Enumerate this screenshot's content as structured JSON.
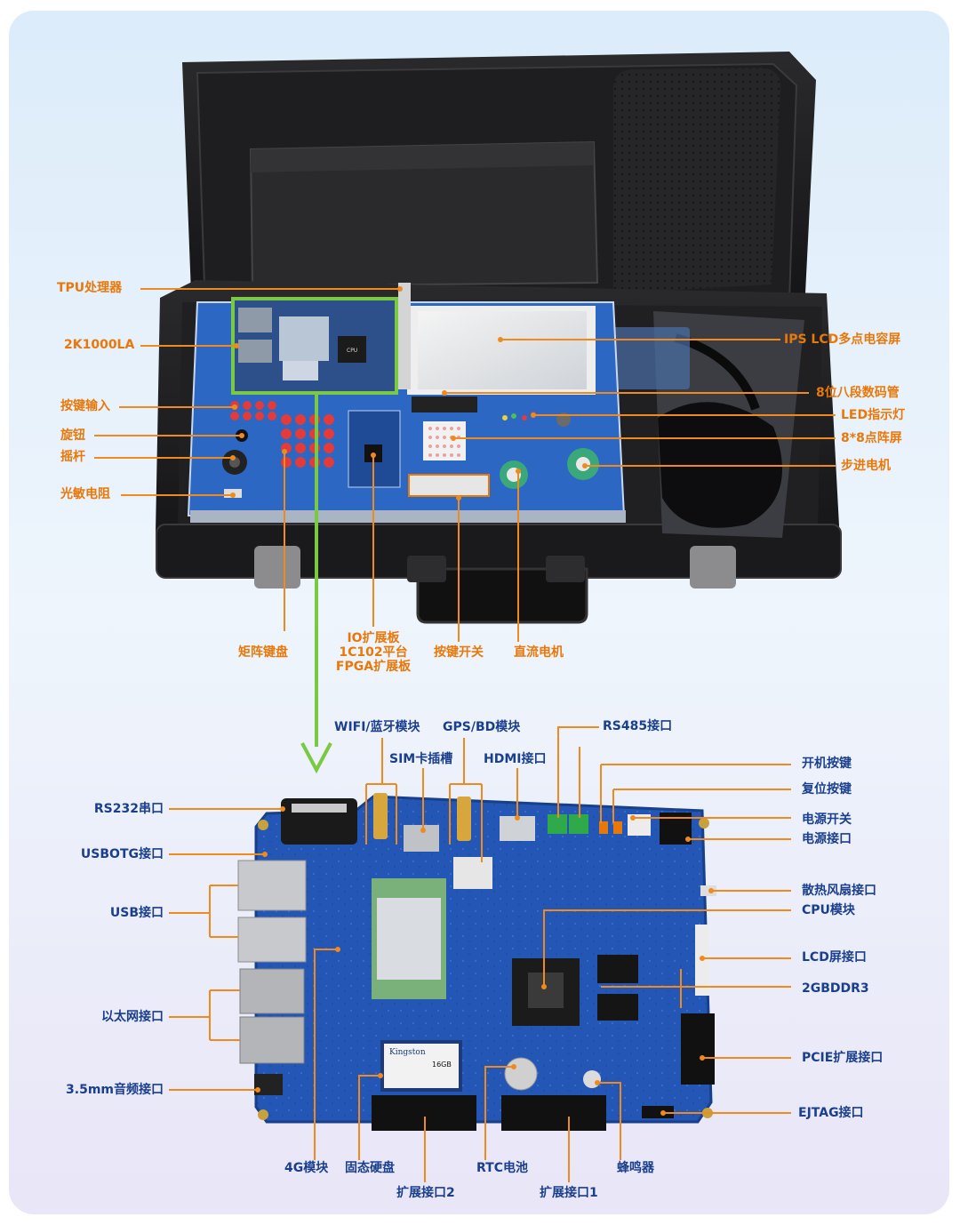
{
  "colors": {
    "accent_orange": "#f08a1c",
    "label_orange": "#e8780a",
    "label_navy": "#1a3f8c",
    "highlight_green": "#7ac943",
    "pcb_blue": "#1f4fa8",
    "case_black": "#1c1c1e",
    "background_blue": "#e6f1fb"
  },
  "case_callouts": {
    "tpu": "TPU处理器",
    "board_2k1000la": "2K1000LA",
    "key_input": "按键输入",
    "knob": "旋钮",
    "joystick": "摇杆",
    "photoresistor": "光敏电阻",
    "ips_lcd": "IPS LCD多点电容屏",
    "seg8": "8位八段数码管",
    "led": "LED指示灯",
    "dot_matrix": "8*8点阵屏",
    "stepper": "步进电机",
    "matrix_keypad": "矩阵键盘",
    "io_board_line1": "IO扩展板",
    "io_board_line2": "1C102平台",
    "io_board_line3": "FPGA扩展板",
    "key_switch": "按键开关",
    "dc_motor": "直流电机"
  },
  "board_callouts": {
    "wifi_bt": "WIFI/蓝牙模块",
    "gps_bd": "GPS/BD模块",
    "rs485": "RS485接口",
    "sim": "SIM卡插槽",
    "hdmi": "HDMI接口",
    "power_button": "开机按键",
    "reset_button": "复位按键",
    "power_switch": "电源开关",
    "power_jack": "电源接口",
    "fan": "散热风扇接口",
    "cpu_module": "CPU模块",
    "lcd_port": "LCD屏接口",
    "ddr": "2GBDDR3",
    "pcie": "PCIE扩展接口",
    "ejtag": "EJTAG接口",
    "rs232": "RS232串口",
    "usbotg": "USBOTG接口",
    "usb": "USB接口",
    "ethernet": "以太网接口",
    "audio": "3.5mm音频接口",
    "module_4g": "4G模块",
    "ssd": "固态硬盘",
    "expansion2": "扩展接口2",
    "rtc": "RTC电池",
    "expansion1": "扩展接口1",
    "buzzer": "蜂鸣器"
  },
  "pcb_markings": {
    "ssd_brand": "Kingston",
    "ssd_capacity": "16GB",
    "cpu_chip": "CPU"
  }
}
